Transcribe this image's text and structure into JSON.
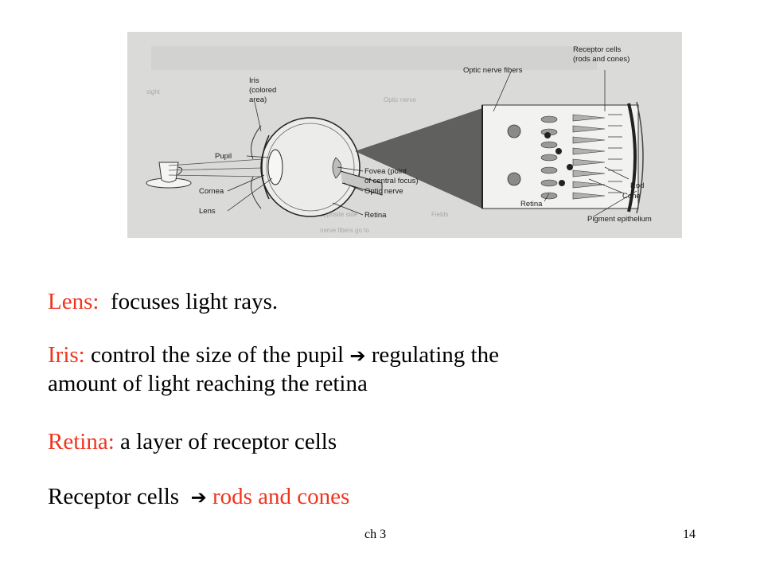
{
  "figure": {
    "labels": {
      "iris": [
        "Iris",
        "(colored",
        "area)"
      ],
      "pupil": "Pupil",
      "cornea": "Cornea",
      "lens": "Lens",
      "fovea": [
        "Fovea (point",
        "of central focus)"
      ],
      "optic_nerve": "Optic nerve",
      "retina_left": "Retina",
      "optic_nerve_fibers": "Optic nerve fibers",
      "receptor_cells": [
        "Receptor cells",
        "(rods and cones)"
      ],
      "rod": "Rod",
      "cone": "Cone",
      "retina_right": "Retina",
      "pigment_epithelium": "Pigment epithelium"
    }
  },
  "text": {
    "p1": {
      "term": "Lens:",
      "rest": "  focuses light rays."
    },
    "p2": {
      "term": "Iris:",
      "rest_line1": " control the size of the pupil ",
      "arrow": "➔",
      "rest_line1b": " regulating the",
      "line2": "amount of light reaching the retina"
    },
    "p3": {
      "term": "Retina:",
      "rest": " a layer of receptor cells"
    },
    "p4": {
      "lead": "Receptor cells  ",
      "arrow": "➔",
      "term": " rods and cones"
    }
  },
  "footer": {
    "left": "ch 3",
    "right": "14"
  },
  "colors": {
    "accent": "#f0351f",
    "figure_bg": "#dadad8"
  }
}
